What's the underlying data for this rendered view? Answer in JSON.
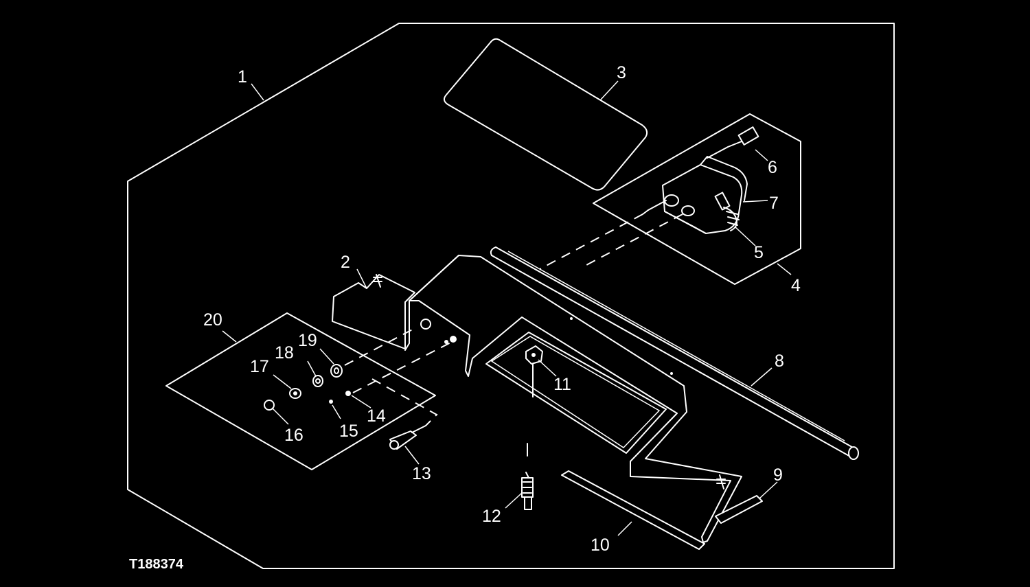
{
  "figure_id": "T188374",
  "callouts": {
    "c1": "1",
    "c2": "2",
    "c3": "3",
    "c4": "4",
    "c5": "5",
    "c6": "6",
    "c7": "7",
    "c8": "8",
    "c9": "9",
    "c10": "10",
    "c11": "11",
    "c12": "12",
    "c13": "13",
    "c14": "14",
    "c15": "15",
    "c16": "16",
    "c17": "17",
    "c18": "18",
    "c19": "19",
    "c20": "20"
  },
  "colors": {
    "background": "#000000",
    "linework": "#ffffff"
  }
}
